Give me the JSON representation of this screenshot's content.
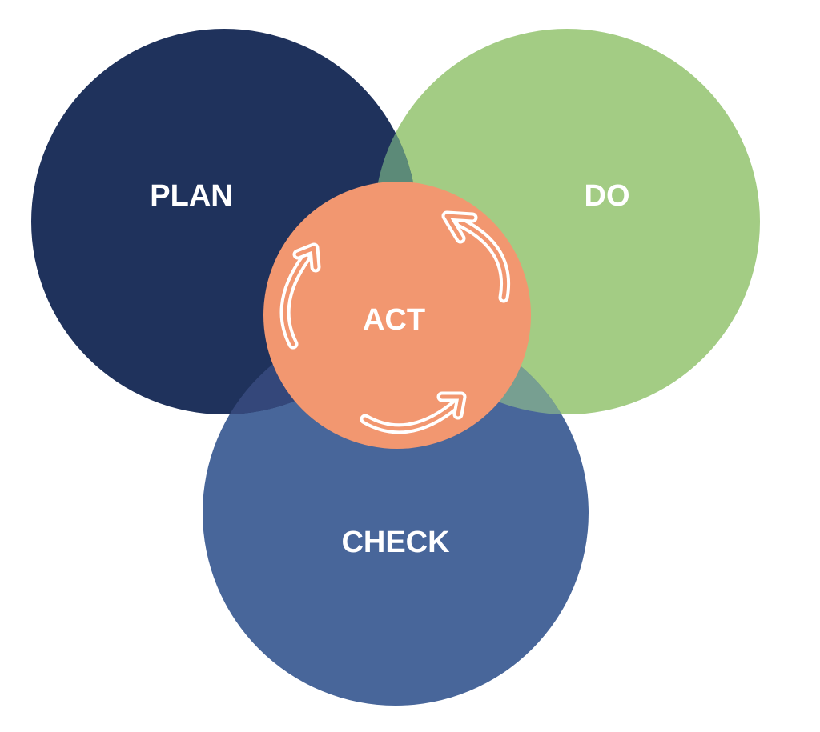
{
  "diagram": {
    "plan": {
      "label": "PLAN",
      "color": "#1f325c"
    },
    "do": {
      "label": "DO",
      "color": "#a3cc84"
    },
    "check": {
      "label": "CHECK",
      "color": "#48669a"
    },
    "act": {
      "label": "ACT",
      "color": "#f29770",
      "arrow_color": "#ffffff"
    },
    "overlap_plan_do_color": "#5c8a78",
    "overlap_check_do_color": "#779f91",
    "overlap_plan_check_color": "#34477a"
  }
}
